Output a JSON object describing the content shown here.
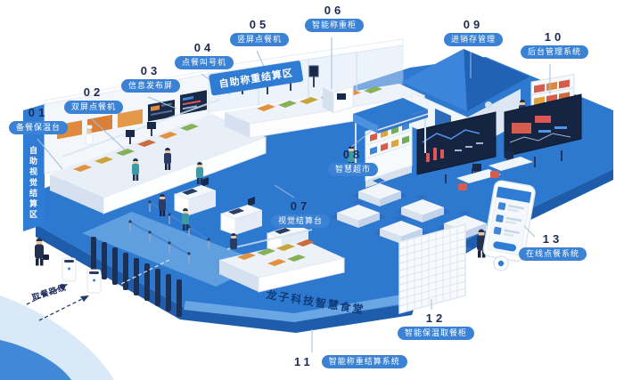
{
  "meta": {
    "accent_blue": "#2f7cd4",
    "floor_blue": "#2e79d0",
    "navy": "#1d2a52",
    "screen_dark": "#152441",
    "alert_red": "#d85c4e"
  },
  "scene": {
    "weigh_zone_banner": "自助称重结算区",
    "visual_zone_banner": "自助视觉结算区",
    "floor_title": "龙子科技智慧食堂",
    "route_label": "取餐路线"
  },
  "callouts": [
    {
      "num": "01",
      "label": "备餐保温台"
    },
    {
      "num": "02",
      "label": "双屏点餐机"
    },
    {
      "num": "03",
      "label": "信息发布屏"
    },
    {
      "num": "04",
      "label": "点餐叫号机"
    },
    {
      "num": "05",
      "label": "竖屏点餐机"
    },
    {
      "num": "06",
      "label": "智能称重柜"
    },
    {
      "num": "07",
      "label": "视觉结算台"
    },
    {
      "num": "08",
      "label": "智慧超市"
    },
    {
      "num": "09",
      "label": "进销存管理"
    },
    {
      "num": "10",
      "label": "后台管理系统"
    },
    {
      "num": "11",
      "label": "智能称重结算系统"
    },
    {
      "num": "12",
      "label": "智能保温取餐柜"
    },
    {
      "num": "13",
      "label": "在线点餐系统"
    }
  ]
}
